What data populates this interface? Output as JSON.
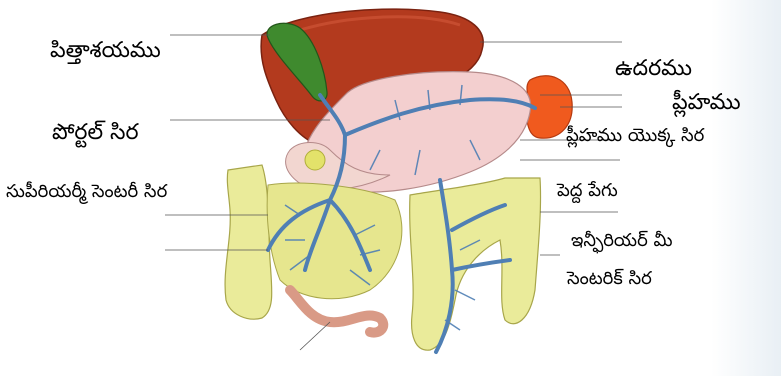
{
  "labels": {
    "gallbladder": "పిత్తాశయము",
    "stomach": "ఉదరము",
    "spleen": "ప్లీహము",
    "portal_vein": "పోర్టల్ సిర",
    "splenic_vein": "ప్లీహము యొక్క సిర",
    "superior_mesenteric_vein": "సుపీరియర్మీ సెంటరీ సిర",
    "large_intestine": "పెద్ద పేగు",
    "inferior_mesenteric_line1": "ఇన్ఫీరియర్ మీ",
    "inferior_mesenteric_line2": "సెంటరిక్ సిర"
  },
  "colors": {
    "liver": "#b33a1e",
    "gallbladder": "#3f8a2e",
    "stomach": "#f3cfcf",
    "spleen": "#f05a1e",
    "vein": "#4f7fb4",
    "intestine": "#eaeb9a",
    "small_intestine": "#d99a86"
  }
}
